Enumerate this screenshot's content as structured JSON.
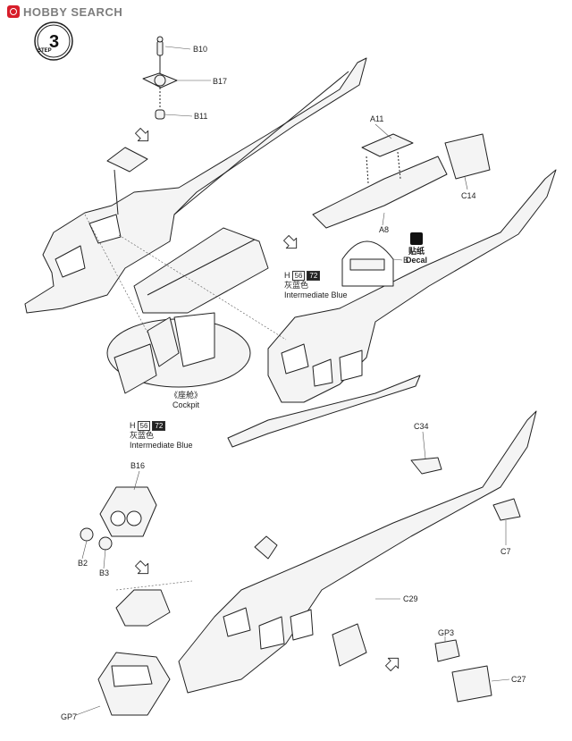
{
  "watermark": "HOBBY SEARCH",
  "step": {
    "word": "STEP",
    "number": "3"
  },
  "parts": [
    "B10",
    "B17",
    "B11",
    "A11",
    "C14",
    "A8",
    "B",
    "B16",
    "B2",
    "B3",
    "C34",
    "C7",
    "C29",
    "GP3",
    "C27",
    "GP7"
  ],
  "paint_upper": {
    "code1": "56",
    "code2": "72",
    "prefix": "H",
    "cn": "灰蓝色",
    "en": "Intermediate Blue"
  },
  "paint_lower": {
    "code1": "56",
    "code2": "72",
    "prefix": "H",
    "cn": "灰蓝色",
    "en": "Intermediate Blue"
  },
  "cockpit": {
    "cn": "《座舱》",
    "en": "Cockpit"
  },
  "decal": {
    "cn": "贴纸",
    "en": "Decal"
  }
}
